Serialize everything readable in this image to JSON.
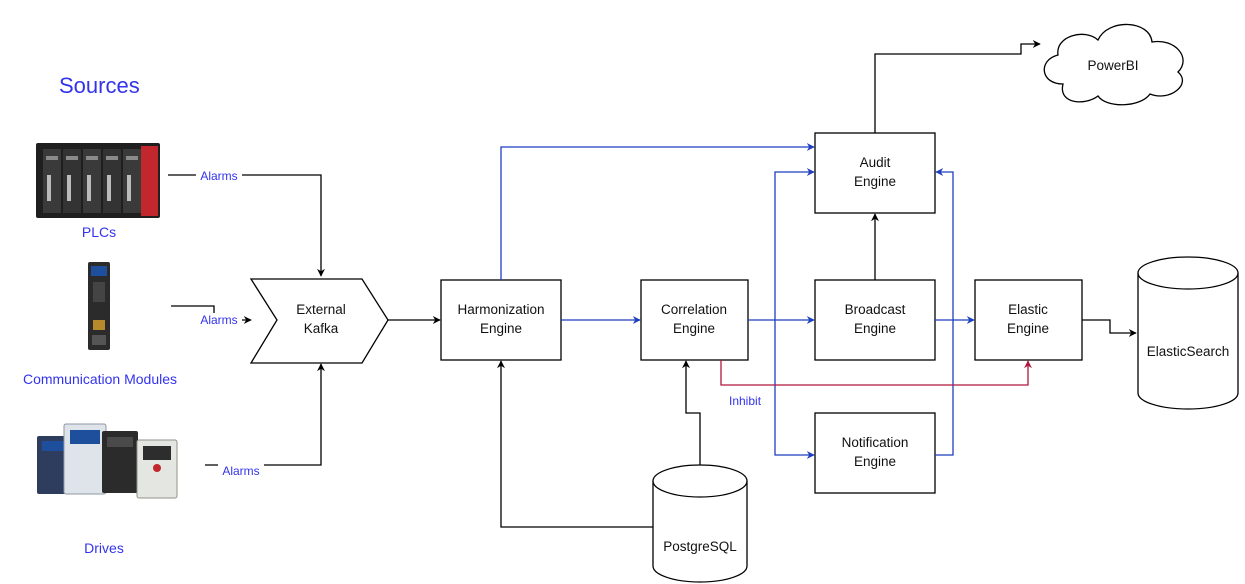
{
  "title": "Sources",
  "sources": [
    {
      "key": "plcs",
      "label": "PLCs",
      "edge_label": "Alarms"
    },
    {
      "key": "comm",
      "label": "Communication Modules",
      "edge_label": "Alarms"
    },
    {
      "key": "drives",
      "label": "Drives",
      "edge_label": "Alarms"
    }
  ],
  "nodes": {
    "kafka": [
      "External",
      "Kafka"
    ],
    "harmonization": [
      "Harmonization",
      "Engine"
    ],
    "correlation": [
      "Correlation",
      "Engine"
    ],
    "audit": [
      "Audit",
      "Engine"
    ],
    "broadcast": [
      "Broadcast",
      "Engine"
    ],
    "elastic": [
      "Elastic",
      "Engine"
    ],
    "notification": [
      "Notification",
      "Engine"
    ],
    "powerbi": "PowerBI",
    "elasticsearch": "ElasticSearch",
    "postgresql": "PostgreSQL"
  },
  "edge_labels": {
    "inhibit": "Inhibit"
  },
  "colors": {
    "title": "#3333ee",
    "flow_blue": "#1f3fbf",
    "inhibit_red": "#b0173e",
    "plc_red": "#c2272d",
    "device_gray": "#2b2b2b",
    "drive_screen_blue": "#1d4f9c"
  },
  "icons": {
    "plcs": "plc-rack-icon",
    "comm": "communication-module-icon",
    "drives": "variable-frequency-drive-icon"
  }
}
